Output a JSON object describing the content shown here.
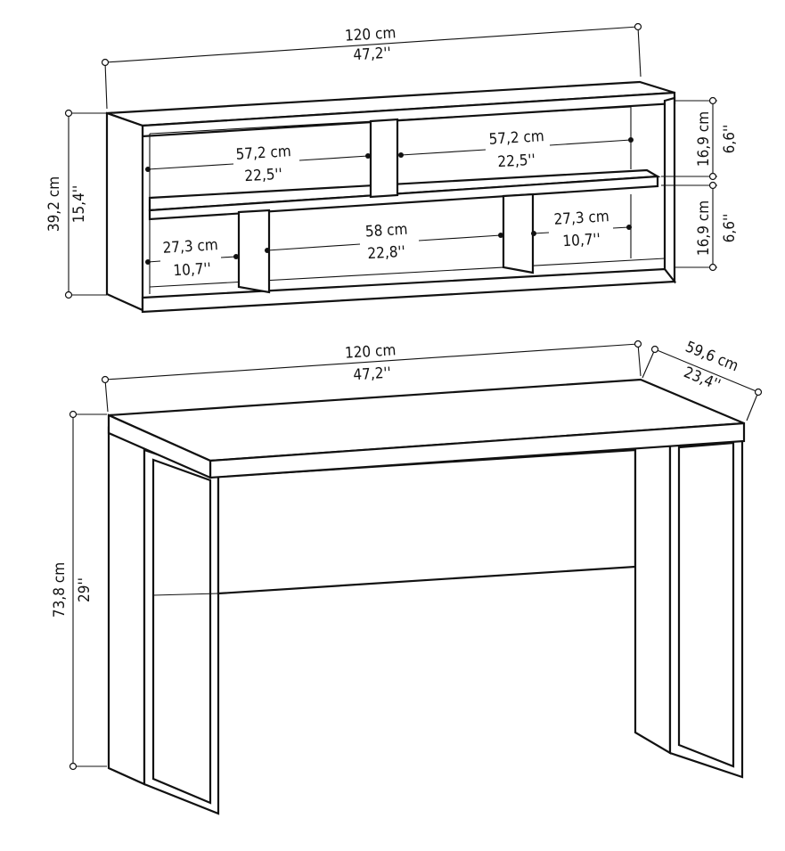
{
  "shelf": {
    "width": {
      "cm": "120 cm",
      "in": "47,2''"
    },
    "height": {
      "cm": "39,2 cm",
      "in": "15,4''"
    },
    "top_left": {
      "cm": "57,2 cm",
      "in": "22,5''"
    },
    "top_right": {
      "cm": "57,2 cm",
      "in": "22,5''"
    },
    "bottom_left": {
      "cm": "27,3 cm",
      "in": "10,7''"
    },
    "bottom_middle": {
      "cm": "58 cm",
      "in": "22,8''"
    },
    "bottom_right": {
      "cm": "27,3 cm",
      "in": "10,7''"
    },
    "upper_gap": {
      "cm": "16,9 cm",
      "in": "6,6''"
    },
    "lower_gap": {
      "cm": "16,9 cm",
      "in": "6,6''"
    }
  },
  "desk": {
    "width": {
      "cm": "120 cm",
      "in": "47,2''"
    },
    "depth": {
      "cm": "59,6 cm",
      "in": "23,4''"
    },
    "height": {
      "cm": "73,8 cm",
      "in": "29''"
    }
  },
  "colors": {
    "line": "#111111",
    "background": "#ffffff"
  }
}
